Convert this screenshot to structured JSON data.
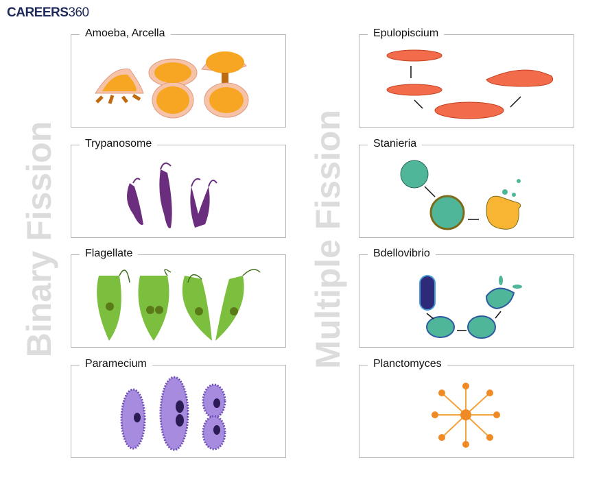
{
  "logo": {
    "bold": "CAREERS",
    "light": "360"
  },
  "binary": {
    "title": "Binary Fission",
    "items": [
      {
        "label": "Amoeba, Arcella"
      },
      {
        "label": "Trypanosome"
      },
      {
        "label": "Flagellate"
      },
      {
        "label": "Paramecium"
      }
    ]
  },
  "multiple": {
    "title": "Multiple Fission",
    "items": [
      {
        "label": "Epulopiscium"
      },
      {
        "label": "Stanieria"
      },
      {
        "label": "Bdellovibrio"
      },
      {
        "label": "Planctomyces"
      }
    ]
  }
}
